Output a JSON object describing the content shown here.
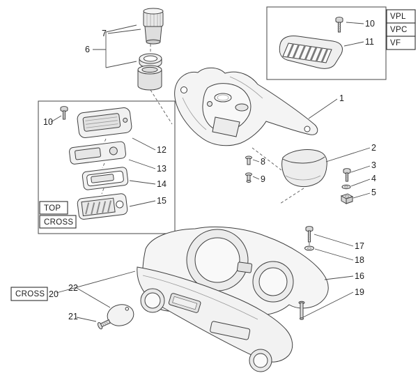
{
  "diagram": {
    "callouts": {
      "n1": "1",
      "n2": "2",
      "n3": "3",
      "n4": "4",
      "n5": "5",
      "n6": "6",
      "n7": "7",
      "n8": "8",
      "n9": "9",
      "n10_vent": "10",
      "n10_dash": "10",
      "n11": "11",
      "n12": "12",
      "n13": "13",
      "n14": "14",
      "n15": "15",
      "n16": "16",
      "n17": "17",
      "n18": "18",
      "n19": "19",
      "n20": "20",
      "n21": "21",
      "n22": "22"
    },
    "tags": {
      "vpl": "VPL",
      "vpc": "VPC",
      "vf": "VF",
      "top": "TOP",
      "cross_panel": "CROSS",
      "cross_lower": "CROSS"
    }
  }
}
